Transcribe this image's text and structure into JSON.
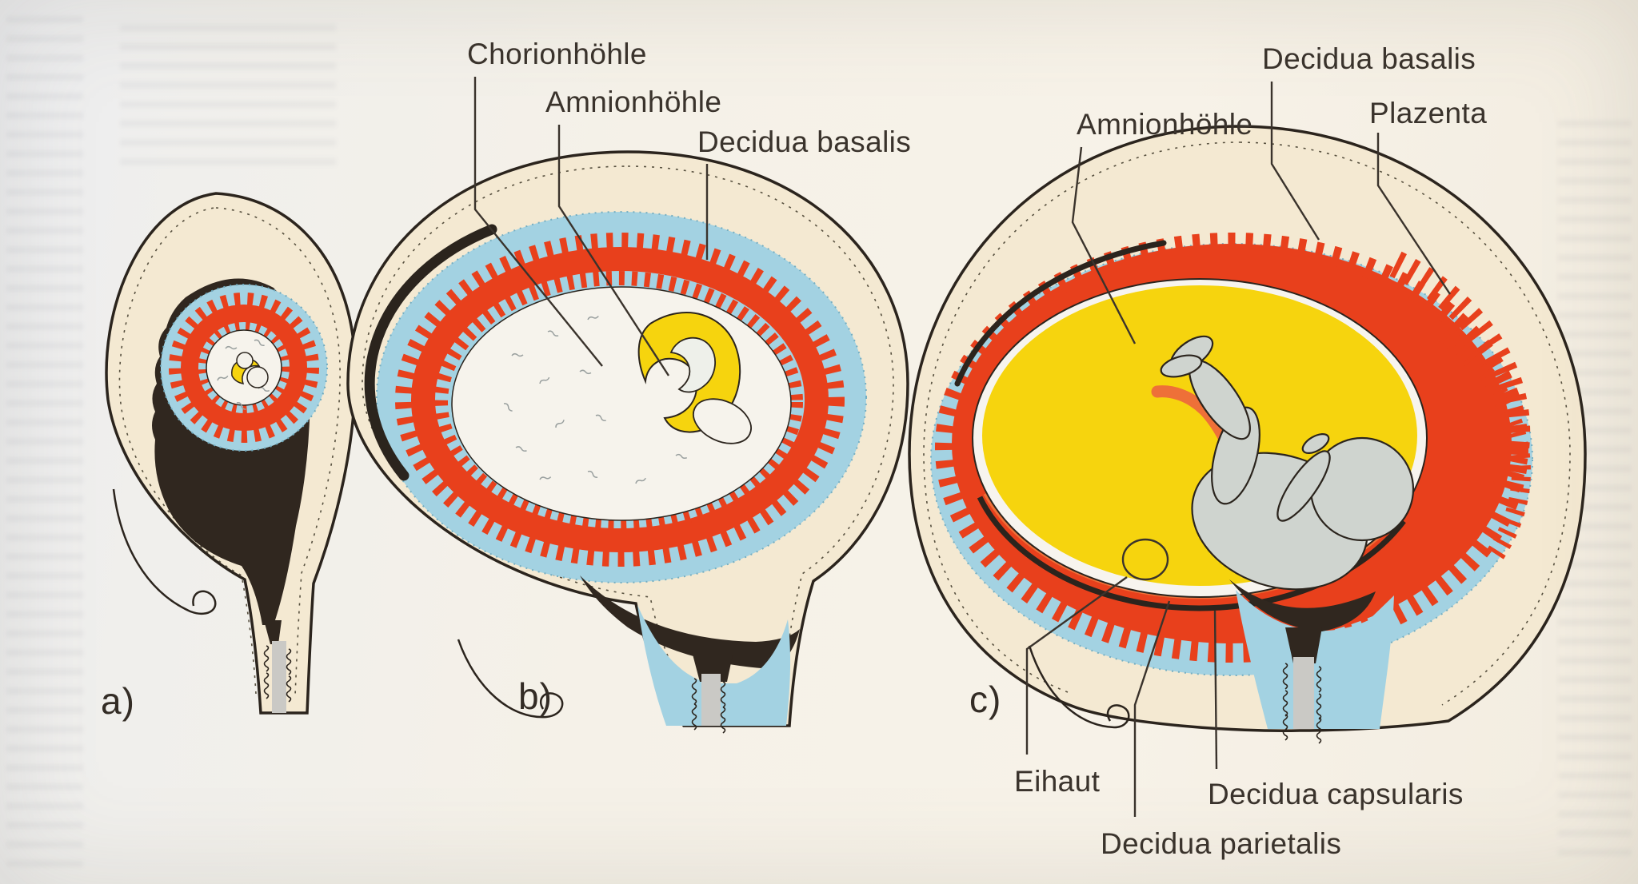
{
  "figure": {
    "panel_a": {
      "letter": "a)"
    },
    "panel_b": {
      "letter": "b)",
      "labels": {
        "chorionhoehle": "Chorionhöhle",
        "amnionhoehle": "Amnionhöhle",
        "decidua_basalis": "Decidua basalis"
      }
    },
    "panel_c": {
      "letter": "c)",
      "labels": {
        "amnionhoehle": "Amnionhöhle",
        "decidua_basalis": "Decidua basalis",
        "plazenta": "Plazenta",
        "eihaut": "Eihaut",
        "decidua_capsularis": "Decidua capsularis",
        "decidua_parietalis": "Decidua parietalis"
      }
    },
    "colors": {
      "paper": "#f4f0e8",
      "uterine_wall_cream": "#f4e9d2",
      "decidua_blue": "#a3d2e2",
      "villi_red": "#e8401c",
      "amnion_yellow": "#f6d40e",
      "ink_black": "#2b241d",
      "cavity_dark": "#30271f",
      "fetus_gray": "#cfd4cf",
      "cord_orange": "#ee7038",
      "label_text": "#3a332c"
    }
  }
}
